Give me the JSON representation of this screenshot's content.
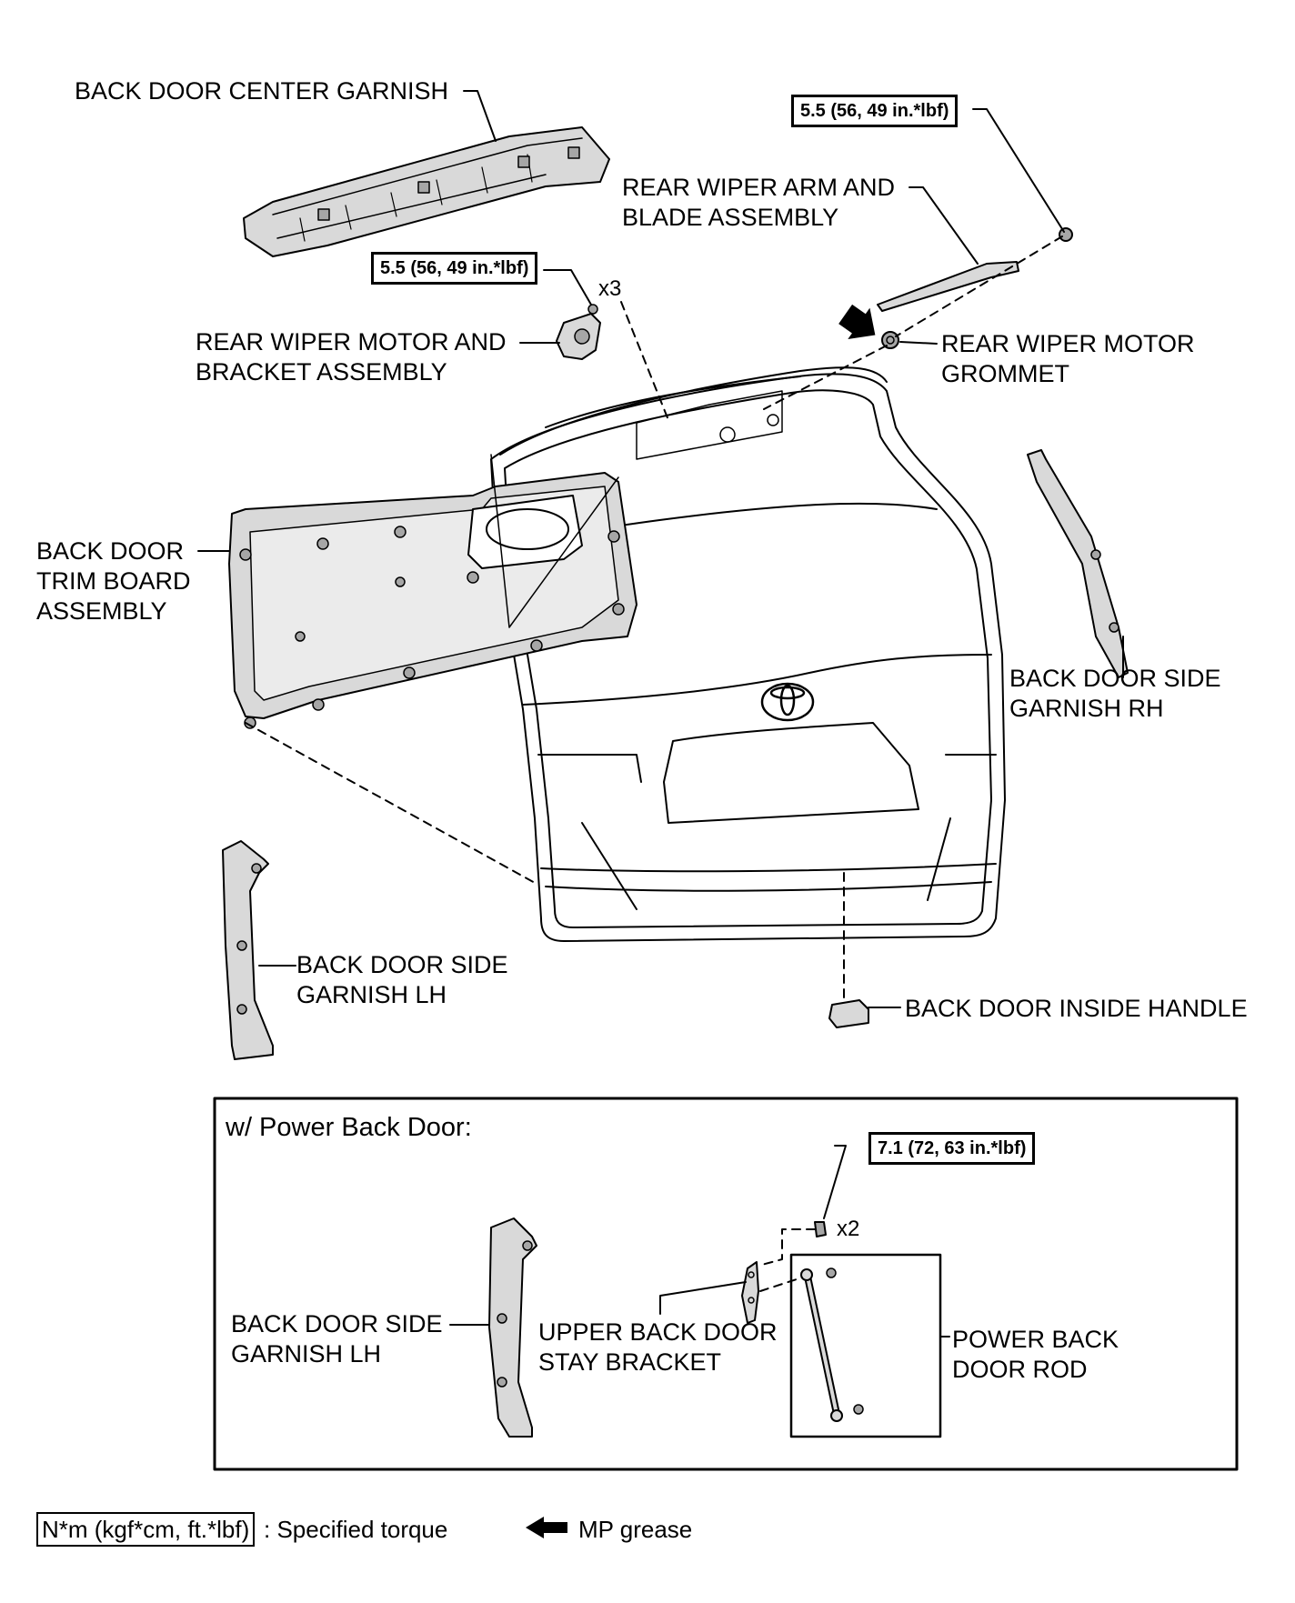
{
  "labels": {
    "center_garnish": "BACK DOOR CENTER GARNISH",
    "wiper_arm": [
      "REAR WIPER ARM AND",
      "BLADE ASSEMBLY"
    ],
    "wiper_motor": [
      "REAR WIPER MOTOR AND",
      "BRACKET ASSEMBLY"
    ],
    "grommet": [
      "REAR WIPER MOTOR",
      "GROMMET"
    ],
    "trim_board": [
      "BACK DOOR",
      "TRIM BOARD",
      "ASSEMBLY"
    ],
    "side_garnish_rh": [
      "BACK DOOR SIDE",
      "GARNISH RH"
    ],
    "side_garnish_lh": [
      "BACK DOOR SIDE",
      "GARNISH LH"
    ],
    "inside_handle": "BACK DOOR INSIDE HANDLE"
  },
  "torque_specs": {
    "wiper_arm_nut": "5.5 (56, 49 in.*lbf)",
    "wiper_motor_bolt": "5.5 (56, 49 in.*lbf)",
    "stay_bracket_bolt": "7.1 (72, 63 in.*lbf)"
  },
  "quantities": {
    "wiper_motor_bolts": "x3",
    "stay_bracket_bolts": "x2"
  },
  "inset": {
    "title": "w/ Power Back Door:",
    "side_garnish_lh": [
      "BACK DOOR SIDE",
      "GARNISH LH"
    ],
    "stay_bracket": [
      "UPPER BACK DOOR",
      "STAY BRACKET"
    ],
    "power_rod": [
      "POWER BACK",
      "DOOR ROD"
    ]
  },
  "legend": {
    "torque_unit": "N*m (kgf*cm, ft.*lbf)",
    "torque_desc": ": Specified torque",
    "grease_desc": "MP grease"
  },
  "icons": {
    "grease": "mp-grease-arrow-icon",
    "emblem": "toyota-emblem-icon"
  },
  "colors": {
    "line": "#000000",
    "part_fill": "#d9d9d9",
    "part_dark": "#a6a6a6",
    "background": "#ffffff"
  }
}
